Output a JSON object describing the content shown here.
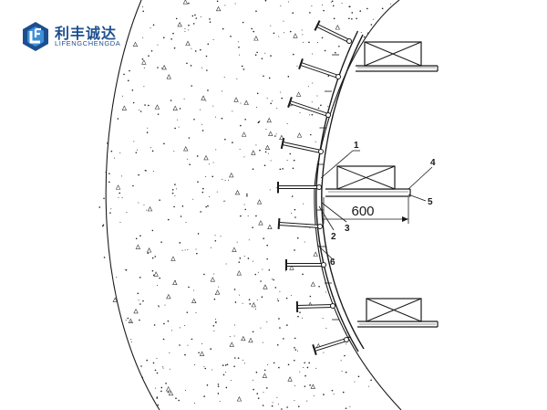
{
  "brand": {
    "name_cn": "利丰诚达",
    "name_en": "LIFENGCHENGDA",
    "logo_icon": "lfcd-logo-icon",
    "color": "#1d4f8f"
  },
  "diagram": {
    "dimension_value": "600",
    "callouts": [
      {
        "id": "1",
        "label": "1"
      },
      {
        "id": "2",
        "label": "2"
      },
      {
        "id": "3",
        "label": "3"
      },
      {
        "id": "4",
        "label": "4"
      },
      {
        "id": "5",
        "label": "5"
      },
      {
        "id": "6",
        "label": "6"
      }
    ]
  }
}
